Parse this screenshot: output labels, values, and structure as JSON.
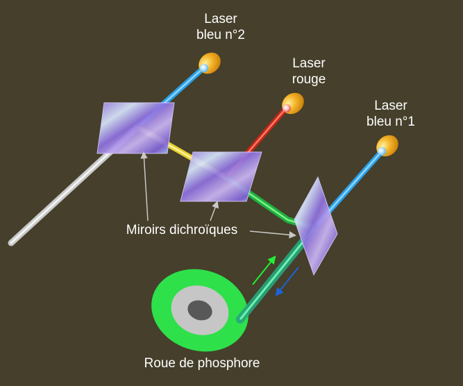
{
  "labels": {
    "laser_bleu_2": [
      "Laser",
      "bleu n°2"
    ],
    "laser_rouge": [
      "Laser",
      "rouge"
    ],
    "laser_bleu_1": [
      "Laser",
      "bleu n°1"
    ],
    "miroirs": "Miroirs dichroïques",
    "roue": "Roue de phosphore"
  },
  "colors": {
    "background": "#453f2b",
    "laser_housing": "#f0a020",
    "beam_blue": "#2aa0e8",
    "beam_red": "#c0281a",
    "beam_green": "#1fb040",
    "beam_yellow": "#e8d030",
    "beam_white": "#d8d8d8",
    "phosphor_green": "#2ee04a",
    "mirror": "#b8a8f0",
    "arrow_green": "#22ee33",
    "arrow_blue": "#1a64d8"
  },
  "icons": {
    "laser": "laser-emitter-icon",
    "mirror": "dichroic-mirror-icon",
    "wheel": "phosphor-wheel-icon"
  }
}
